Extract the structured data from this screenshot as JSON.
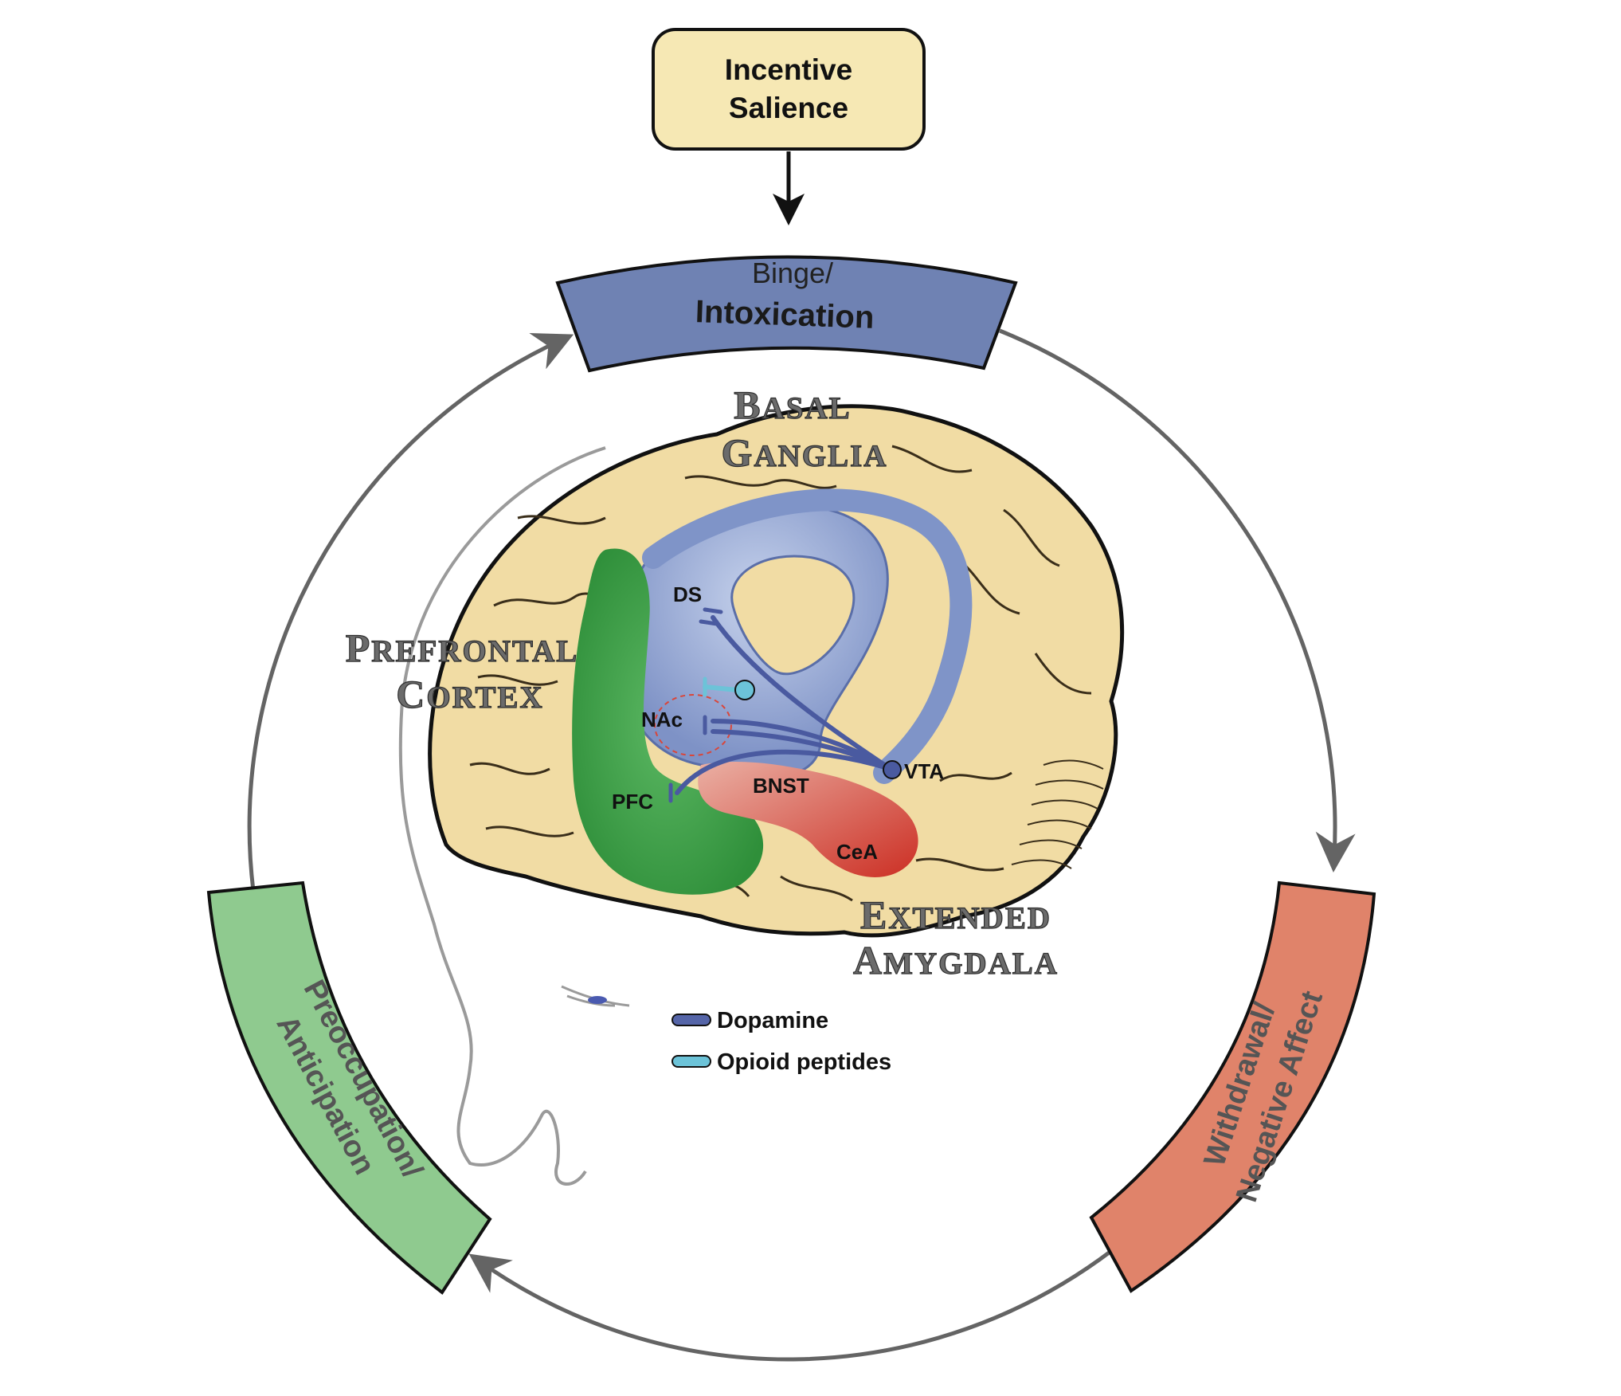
{
  "top_box": {
    "line1": "Incentive",
    "line2": "Salience"
  },
  "stages": {
    "binge": {
      "line1": "Binge/",
      "line2": "Intoxication",
      "color": "#6f82b3"
    },
    "withdrawal": {
      "line1": "Withdrawal/",
      "line2": "Negative Affect",
      "color": "#e0836a"
    },
    "preoccupation": {
      "line1": "Preoccupation/",
      "line2": "Anticipation",
      "color": "#8fca8f"
    }
  },
  "regions": {
    "basal_ganglia": {
      "line1": "Basal",
      "line2": "Ganglia",
      "color": "#8fa3d1"
    },
    "prefrontal_cortex": {
      "line1": "Prefrontal",
      "line2": "Cortex",
      "color": "#3fa046"
    },
    "extended_amygdala": {
      "line1": "Extended",
      "line2": "Amygdala",
      "color": "#d9463a"
    }
  },
  "structures": {
    "ds": "DS",
    "nac": "NAc",
    "pfc": "PFC",
    "vta": "VTA",
    "bnst": "BNST",
    "cea": "CeA"
  },
  "legend": {
    "dopamine": {
      "label": "Dopamine",
      "color": "#5565a8"
    },
    "opioid": {
      "label": "Opioid peptides",
      "color": "#6cc3d8"
    }
  },
  "colors": {
    "brain": "#f1dca4",
    "cycle_arrow": "#646464",
    "top_box_fill": "#f6e8b4"
  }
}
